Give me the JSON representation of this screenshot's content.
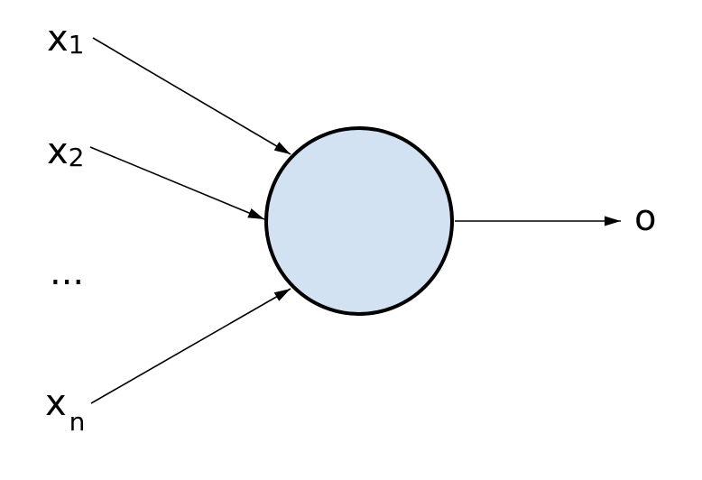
{
  "colors": {
    "background": "#ffffff",
    "edge": "#000000",
    "text": "#000000",
    "neuron_fill": "#d2e2f3",
    "neuron_stroke": "#000000"
  },
  "labels": {
    "inputs": [
      {
        "base": "x",
        "sub": "1"
      },
      {
        "base": "x",
        "sub": "2"
      },
      {
        "base": "x",
        "sub": "n"
      }
    ],
    "ellipsis": "...",
    "output": "o"
  }
}
